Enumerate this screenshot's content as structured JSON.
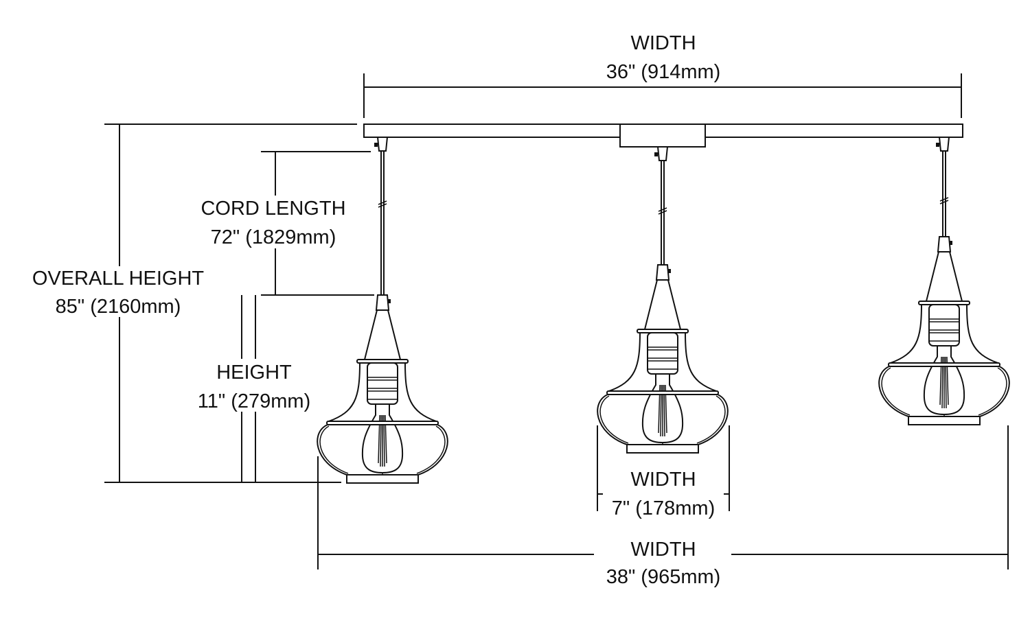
{
  "dimensions": {
    "canopy_width": {
      "label": "WIDTH",
      "value": "36\" (914mm)"
    },
    "overall_height": {
      "label": "OVERALL HEIGHT",
      "value": "85\" (2160mm)"
    },
    "cord_length": {
      "label": "CORD LENGTH",
      "value": "72\" (1829mm)"
    },
    "height": {
      "label": "HEIGHT",
      "value": "11\" (279mm)"
    },
    "shade_width": {
      "label": "WIDTH",
      "value": "7\" (178mm)"
    },
    "overall_width": {
      "label": "WIDTH",
      "value": "38\" (965mm)"
    }
  },
  "pendant_count": 3
}
